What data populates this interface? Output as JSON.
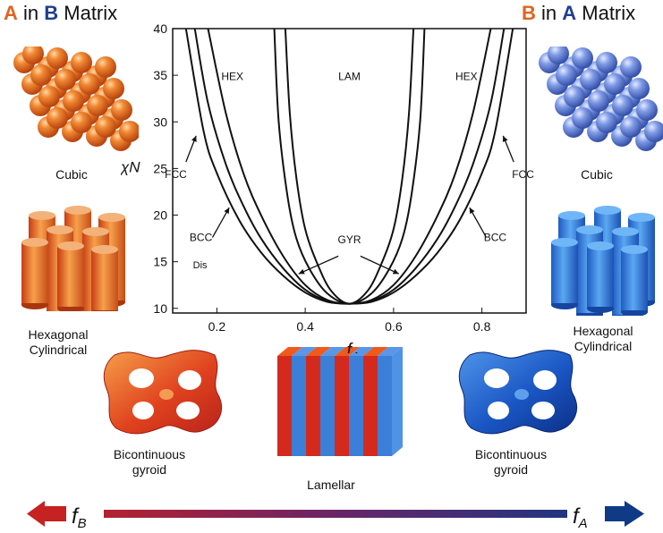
{
  "left_title": {
    "part1": "A",
    "part2": " in ",
    "part3": "B",
    "part4": " Matrix"
  },
  "right_title": {
    "part1": "B",
    "part2": " in ",
    "part3": "A",
    "part4": " Matrix"
  },
  "captions": {
    "left_cubic": "Cubic",
    "right_cubic": "Cubic",
    "left_hex_1": "Hexagonal",
    "left_hex_2": "Cylindrical",
    "right_hex_1": "Hexagonal",
    "right_hex_2": "Cylindrical",
    "left_gyroid_1": "Bicontinuous",
    "left_gyroid_2": "gyroid",
    "right_gyroid_1": "Bicontinuous",
    "right_gyroid_2": "gyroid",
    "lamellar": "Lamellar"
  },
  "arrow": {
    "left_label": "f",
    "left_sub": "B",
    "right_label": "f",
    "right_sub": "A"
  },
  "colors": {
    "orange": "#e0641f",
    "blue_dark": "#1f3f8f",
    "red": "#c62a22",
    "blue": "#3f7fd6"
  },
  "chart_data": {
    "type": "line",
    "xlabel": "f",
    "xlabel_sub": "A",
    "ylabel": "χN",
    "xlim": [
      0.1,
      0.9
    ],
    "ylim": [
      9.5,
      40
    ],
    "x_ticks": [
      "0.2",
      "0.4",
      "0.6",
      "0.8"
    ],
    "y_ticks": [
      "10",
      "15",
      "20",
      "25",
      "30",
      "35",
      "40"
    ],
    "region_labels": [
      "HEX",
      "LAM",
      "HEX"
    ],
    "annotations": [
      "FCC",
      "BCC",
      "Dis",
      "GYR",
      "BCC",
      "FCC"
    ],
    "series": [
      {
        "values_note": "order-disorder boundary",
        "x": [
          0.13,
          0.17,
          0.2,
          0.25,
          0.3,
          0.35,
          0.4,
          0.45,
          0.5,
          0.55,
          0.6,
          0.65,
          0.7,
          0.75,
          0.8,
          0.83,
          0.87
        ],
        "y": [
          40,
          29,
          24.5,
          19.5,
          16,
          13.5,
          11.7,
          10.7,
          10.5,
          10.7,
          11.7,
          13.5,
          16,
          19.5,
          24.5,
          29,
          40
        ]
      },
      {
        "values_note": "FCC/BCC boundary",
        "x": [
          0.15,
          0.18,
          0.22,
          0.26,
          0.3,
          0.35,
          0.4,
          0.45,
          0.5,
          0.55,
          0.6,
          0.65,
          0.7,
          0.74,
          0.78,
          0.82,
          0.85
        ],
        "y": [
          40,
          32,
          25.5,
          21,
          17.5,
          14.3,
          12,
          10.8,
          10.5,
          10.8,
          12,
          14.3,
          17.5,
          21,
          25.5,
          32,
          40
        ]
      },
      {
        "values_note": "BCC/HEX boundary",
        "x": [
          0.18,
          0.22,
          0.26,
          0.3,
          0.35,
          0.4,
          0.45,
          0.5,
          0.55,
          0.6,
          0.65,
          0.7,
          0.74,
          0.78,
          0.82
        ],
        "y": [
          40,
          31,
          24.5,
          20,
          15.6,
          12.5,
          10.9,
          10.5,
          10.9,
          12.5,
          15.6,
          20,
          24.5,
          31,
          40
        ]
      },
      {
        "values_note": "HEX/GYR/LAM boundary",
        "x": [
          0.33,
          0.34,
          0.36,
          0.38,
          0.41,
          0.45,
          0.5,
          0.55,
          0.59,
          0.62,
          0.64,
          0.66,
          0.67
        ],
        "y": [
          40,
          30,
          22,
          17.5,
          14.2,
          11.6,
          10.5,
          11.6,
          14.2,
          17.5,
          22,
          30,
          40
        ]
      },
      {
        "values_note": "HEX/LAM boundary",
        "x": [
          0.355,
          0.365,
          0.38,
          0.4,
          0.43,
          0.46,
          0.5,
          0.54,
          0.57,
          0.6,
          0.62,
          0.635,
          0.645
        ],
        "y": [
          40,
          31,
          24,
          18.5,
          14.5,
          11.8,
          10.5,
          11.8,
          14.5,
          18.5,
          24,
          31,
          40
        ]
      }
    ]
  }
}
